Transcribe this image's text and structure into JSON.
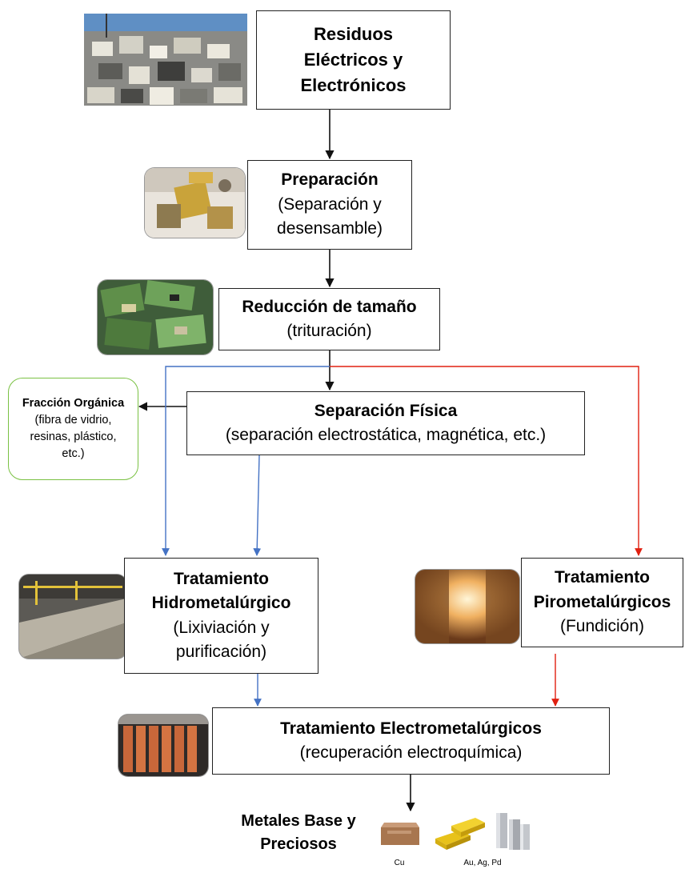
{
  "nodes": {
    "residuos": {
      "line1": "Residuos",
      "line2": "Eléctricos y",
      "line3": "Electrónicos"
    },
    "preparacion": {
      "title": "Preparación",
      "line1": "(Separación y",
      "line2": "desensamble)"
    },
    "reduccion": {
      "title": "Reducción de tamaño",
      "sub": "(trituración)"
    },
    "separacion": {
      "title": "Separación Física",
      "sub": "(separación electrostática, magnética, etc.)"
    },
    "organica": {
      "title": "Fracción Orgánica",
      "line1": "(fibra de vidrio,",
      "line2": "resinas, plástico,",
      "line3": "etc.)"
    },
    "hidro": {
      "line1": "Tratamiento",
      "line2": "Hidrometalúrgico",
      "line3": "(Lixiviación y",
      "line4": "purificación)"
    },
    "piro": {
      "line1": "Tratamiento",
      "line2": "Pirometalúrgicos",
      "line3": "(Fundición)"
    },
    "electro": {
      "title": "Tratamiento Electrometalúrgicos",
      "sub": "(recuperación electroquímica)"
    }
  },
  "output": {
    "line1": "Metales Base y",
    "line2": "Preciosos",
    "metal1": "Cu",
    "metal2": "Au, Ag, Pd"
  },
  "colors": {
    "black_arrow": "#111111",
    "blue_arrow": "#4472c4",
    "red_arrow": "#e02010",
    "organic_border": "#7ac143"
  },
  "images": [
    "e-waste-pile-photo",
    "disassembly-photo",
    "circuit-boards-photo",
    "hydrometallurgy-plant-photo",
    "furnace-photo",
    "electrolysis-cells-photo",
    "copper-bar-icon",
    "gold-bars-icon",
    "silver-bars-icon"
  ]
}
